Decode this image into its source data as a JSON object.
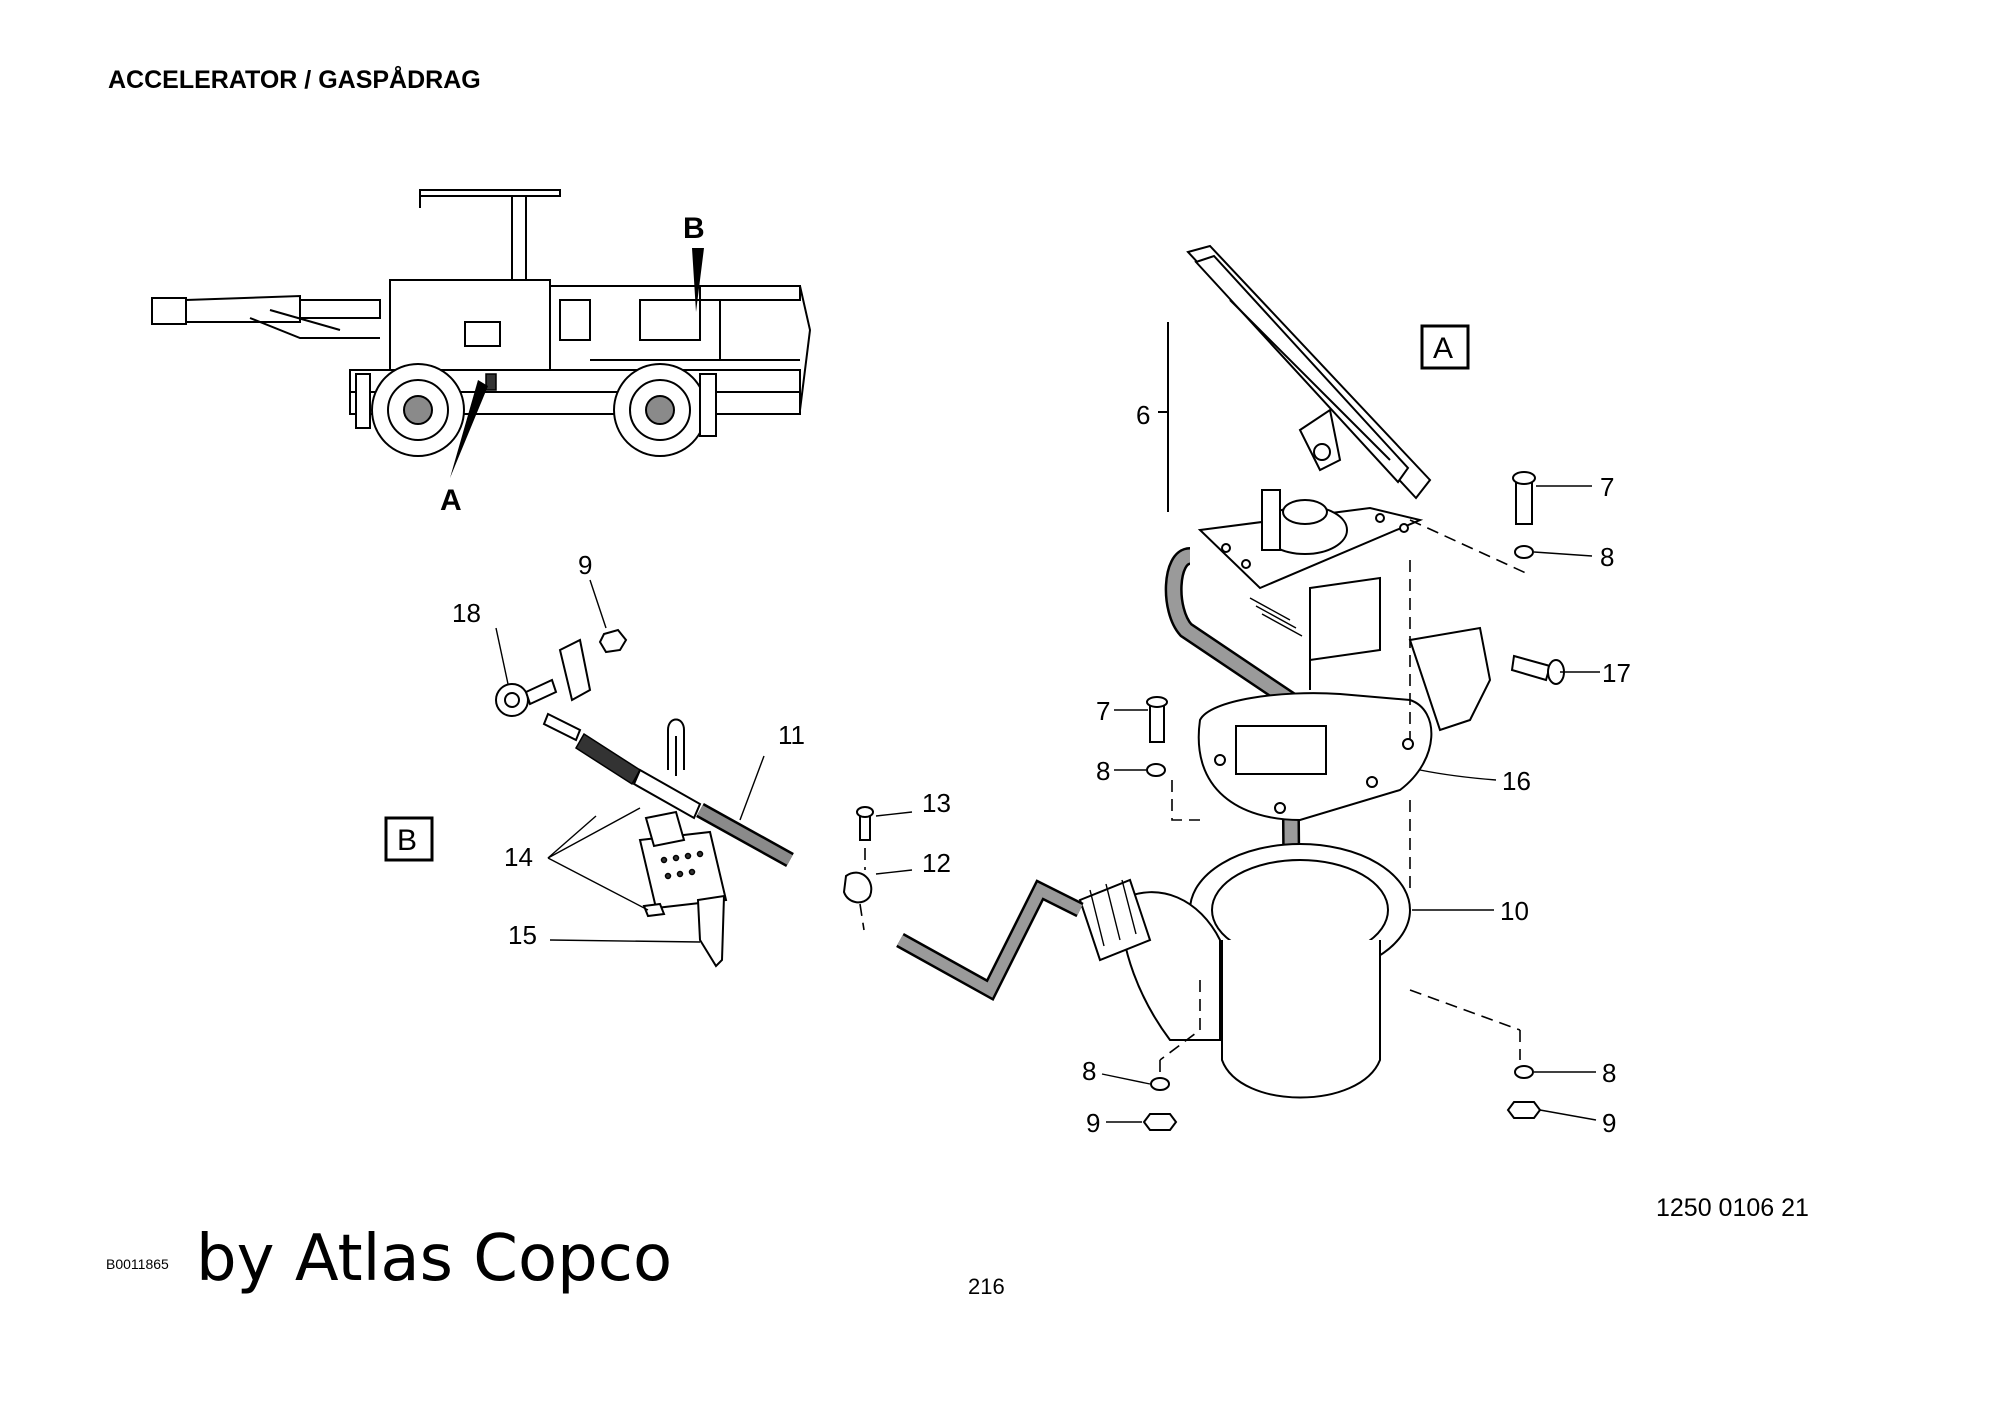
{
  "header": {
    "title": "ACCELERATOR / GASPÅDRAG"
  },
  "footer": {
    "drawing_code": "1250 0106 21",
    "page_number": "216",
    "image_code": "B0011865",
    "watermark": "by Atlas Copco"
  },
  "overview": {
    "marker_a": "A",
    "marker_b": "B"
  },
  "views": {
    "view_a": "A",
    "view_b": "B"
  },
  "callouts": {
    "c6": "6",
    "c7_top": "7",
    "c8_top": "8",
    "c17": "17",
    "c7_left": "7",
    "c8_left": "8",
    "c16": "16",
    "c10": "10",
    "c8_bottom_left": "8",
    "c9_bottom_left": "9",
    "c8_bottom_right": "8",
    "c9_bottom_right": "9",
    "c9_b": "9",
    "c18": "18",
    "c11": "11",
    "c13": "13",
    "c12": "12",
    "c14": "14",
    "c15": "15"
  }
}
